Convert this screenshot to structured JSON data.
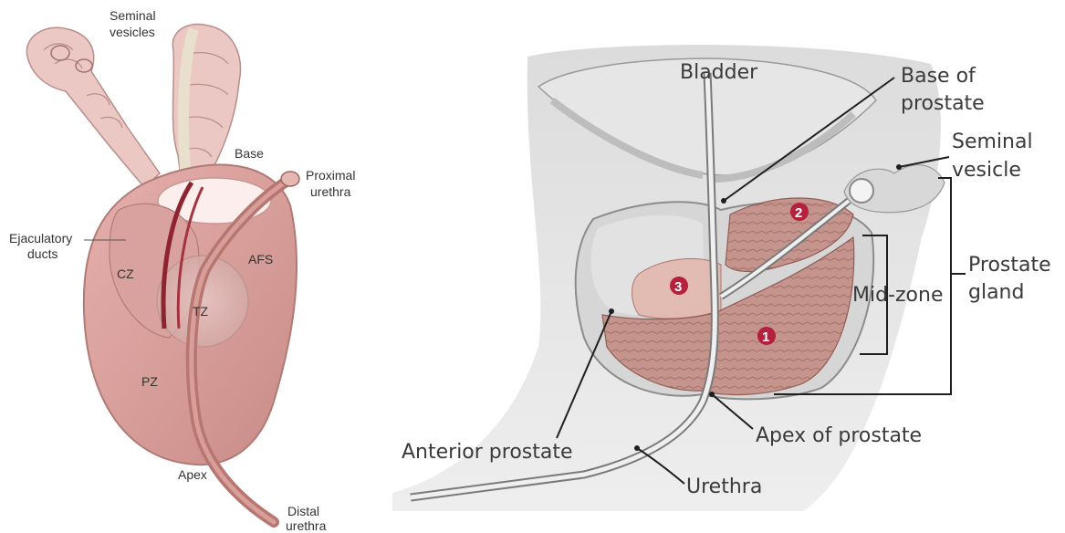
{
  "left_diagram": {
    "labels": {
      "seminal_vesicles_l1": "Seminal",
      "seminal_vesicles_l2": "vesicles",
      "base": "Base",
      "proximal_urethra_l1": "Proximal",
      "proximal_urethra_l2": "urethra",
      "ejaculatory_ducts_l1": "Ejaculatory",
      "ejaculatory_ducts_l2": "ducts",
      "cz": "CZ",
      "afs": "AFS",
      "tz": "TZ",
      "pz": "PZ",
      "apex": "Apex",
      "distal_urethra_l1": "Distal",
      "distal_urethra_l2": "urethra"
    }
  },
  "right_diagram": {
    "labels": {
      "bladder": "Bladder",
      "base_of_prostate_l1": "Base of",
      "base_of_prostate_l2": "prostate",
      "seminal_vesicle_l1": "Seminal",
      "seminal_vesicle_l2": "vesicle",
      "mid_zone": "Mid-zone",
      "prostate_gland_l1": "Prostate",
      "prostate_gland_l2": "gland",
      "apex_of_prostate": "Apex of prostate",
      "anterior_prostate": "Anterior prostate",
      "urethra": "Urethra"
    },
    "markers": [
      "1",
      "2",
      "3"
    ],
    "marker_color": "#b5203c"
  }
}
